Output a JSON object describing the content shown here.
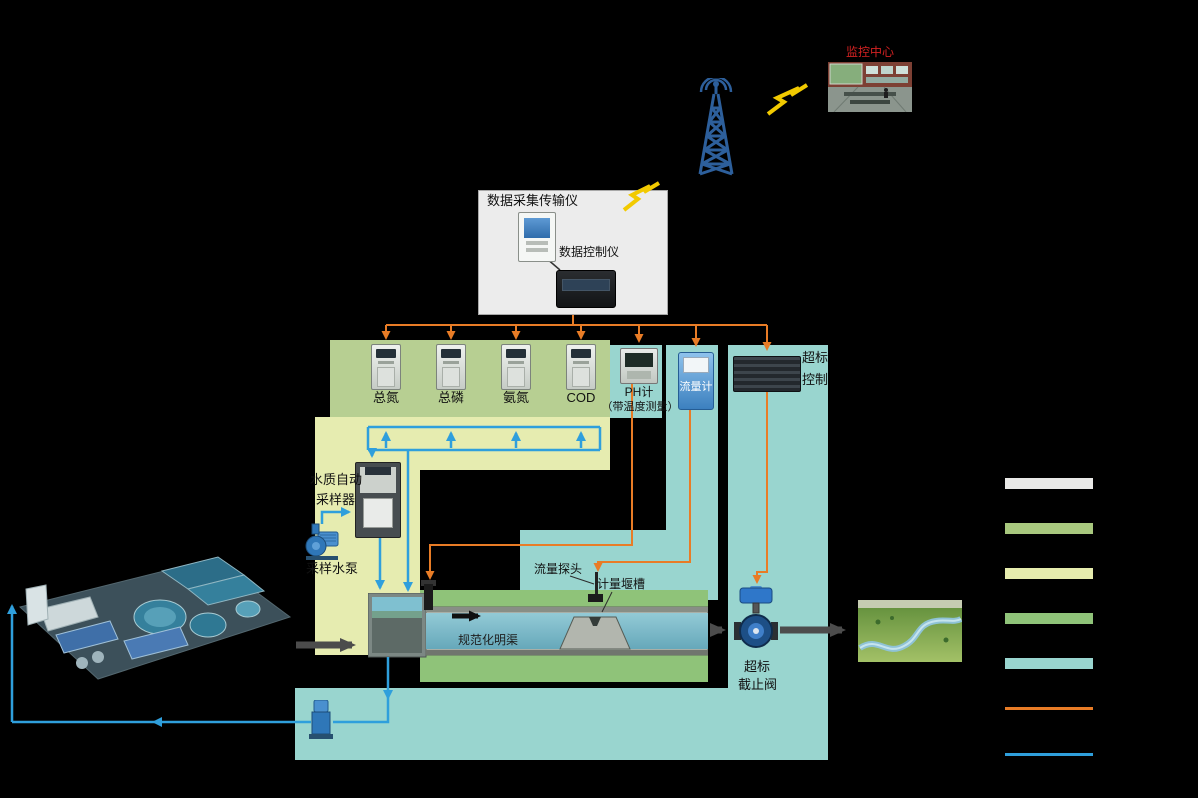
{
  "header": {
    "monitor_center_label": "监控中心"
  },
  "daq_box": {
    "title": "数据采集传输仪",
    "controller_label": "数据控制仪"
  },
  "analyzers": {
    "items": [
      {
        "label": "总氮"
      },
      {
        "label": "总磷"
      },
      {
        "label": "氨氮"
      },
      {
        "label": "COD"
      }
    ]
  },
  "instruments": {
    "ph_label": "PH计",
    "ph_note": "（带温度测量）",
    "flowmeter_label": "流量计",
    "overlimit_line1": "超标",
    "overlimit_line2": "控制"
  },
  "sampling": {
    "sampler_line1": "水质自动",
    "sampler_line2": "采样器",
    "pump_label": "采样水泵"
  },
  "channel": {
    "flow_probe_label": "流量探头",
    "weir_label": "计量堰槽",
    "name_label": "规范化明渠"
  },
  "valve": {
    "line1": "超标",
    "line2": "截止阀"
  },
  "legend": {
    "items": [
      {
        "name": "daq-region",
        "color": "#e9e9e7",
        "style": "box"
      },
      {
        "name": "analyzer-region",
        "color": "#a8c87e",
        "style": "box"
      },
      {
        "name": "sampling-region",
        "color": "#e6ecae",
        "style": "box"
      },
      {
        "name": "channel-region",
        "color": "#8fc379",
        "style": "box"
      },
      {
        "name": "control-region",
        "color": "#99d5cf",
        "style": "box"
      },
      {
        "name": "signal-line",
        "color": "#e87c26",
        "style": "line"
      },
      {
        "name": "sample-water-line",
        "color": "#2f9fdc",
        "style": "line"
      }
    ]
  },
  "colors": {
    "background": "#000000",
    "daq_box_bg": "#ececec",
    "analyzer_band": "#b7cf92",
    "sampling_band": "#e6ecb0",
    "teal_band": "#99d5cf",
    "channel_green": "#8fc379",
    "signal_line": "#e87c26",
    "water_line": "#2f9fdc",
    "flow_arrow": "#4c4c4c",
    "monitor_label_red": "#d42222",
    "tower_blue": "#2d5f9b",
    "lightning_yellow": "#f2ca00"
  }
}
